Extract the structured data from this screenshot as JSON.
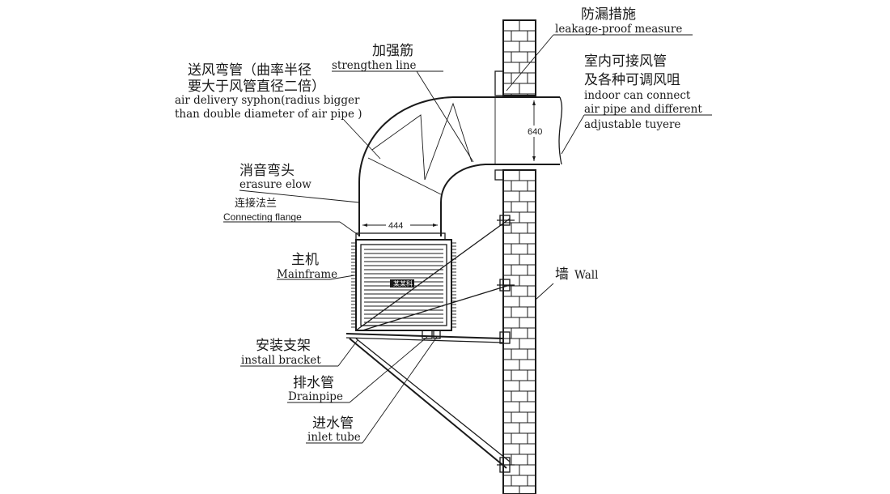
{
  "labels": {
    "leakage_cn": "防漏措施",
    "leakage_en": "leakage-proof measure",
    "strengthen_cn": "加强筋",
    "strengthen_en": "strengthen line",
    "syphon_cn_1": "送风弯管（曲率半径",
    "syphon_cn_2": "要大于风管直径二倍）",
    "syphon_en_1": "air delivery syphon(radius bigger",
    "syphon_en_2": "than double diameter of air pipe )",
    "indoor_cn_1": "室内可接风管",
    "indoor_cn_2": "及各种可调风咀",
    "indoor_en_1": "indoor can connect",
    "indoor_en_2": "air pipe and different",
    "indoor_en_3": "adjustable tuyere",
    "erasure_cn": "消音弯头",
    "erasure_en": "erasure elow",
    "flange_cn": "连接法兰",
    "flange_en": "Connecting flange",
    "mainframe_cn": "主机",
    "mainframe_en": "Mainframe",
    "wall_cn": "墙",
    "wall_en": "Wall",
    "bracket_cn": "安装支架",
    "bracket_en": "install bracket",
    "drain_cn": "排水管",
    "drain_en": "Drainpipe",
    "inlet_cn": "进水管",
    "inlet_en": "inlet tube",
    "machine_plate": "某某科"
  },
  "dimensions": {
    "pipe_height": "640",
    "pipe_width": "444"
  },
  "colors": {
    "line": "#1a1a1a",
    "background": "#ffffff"
  }
}
